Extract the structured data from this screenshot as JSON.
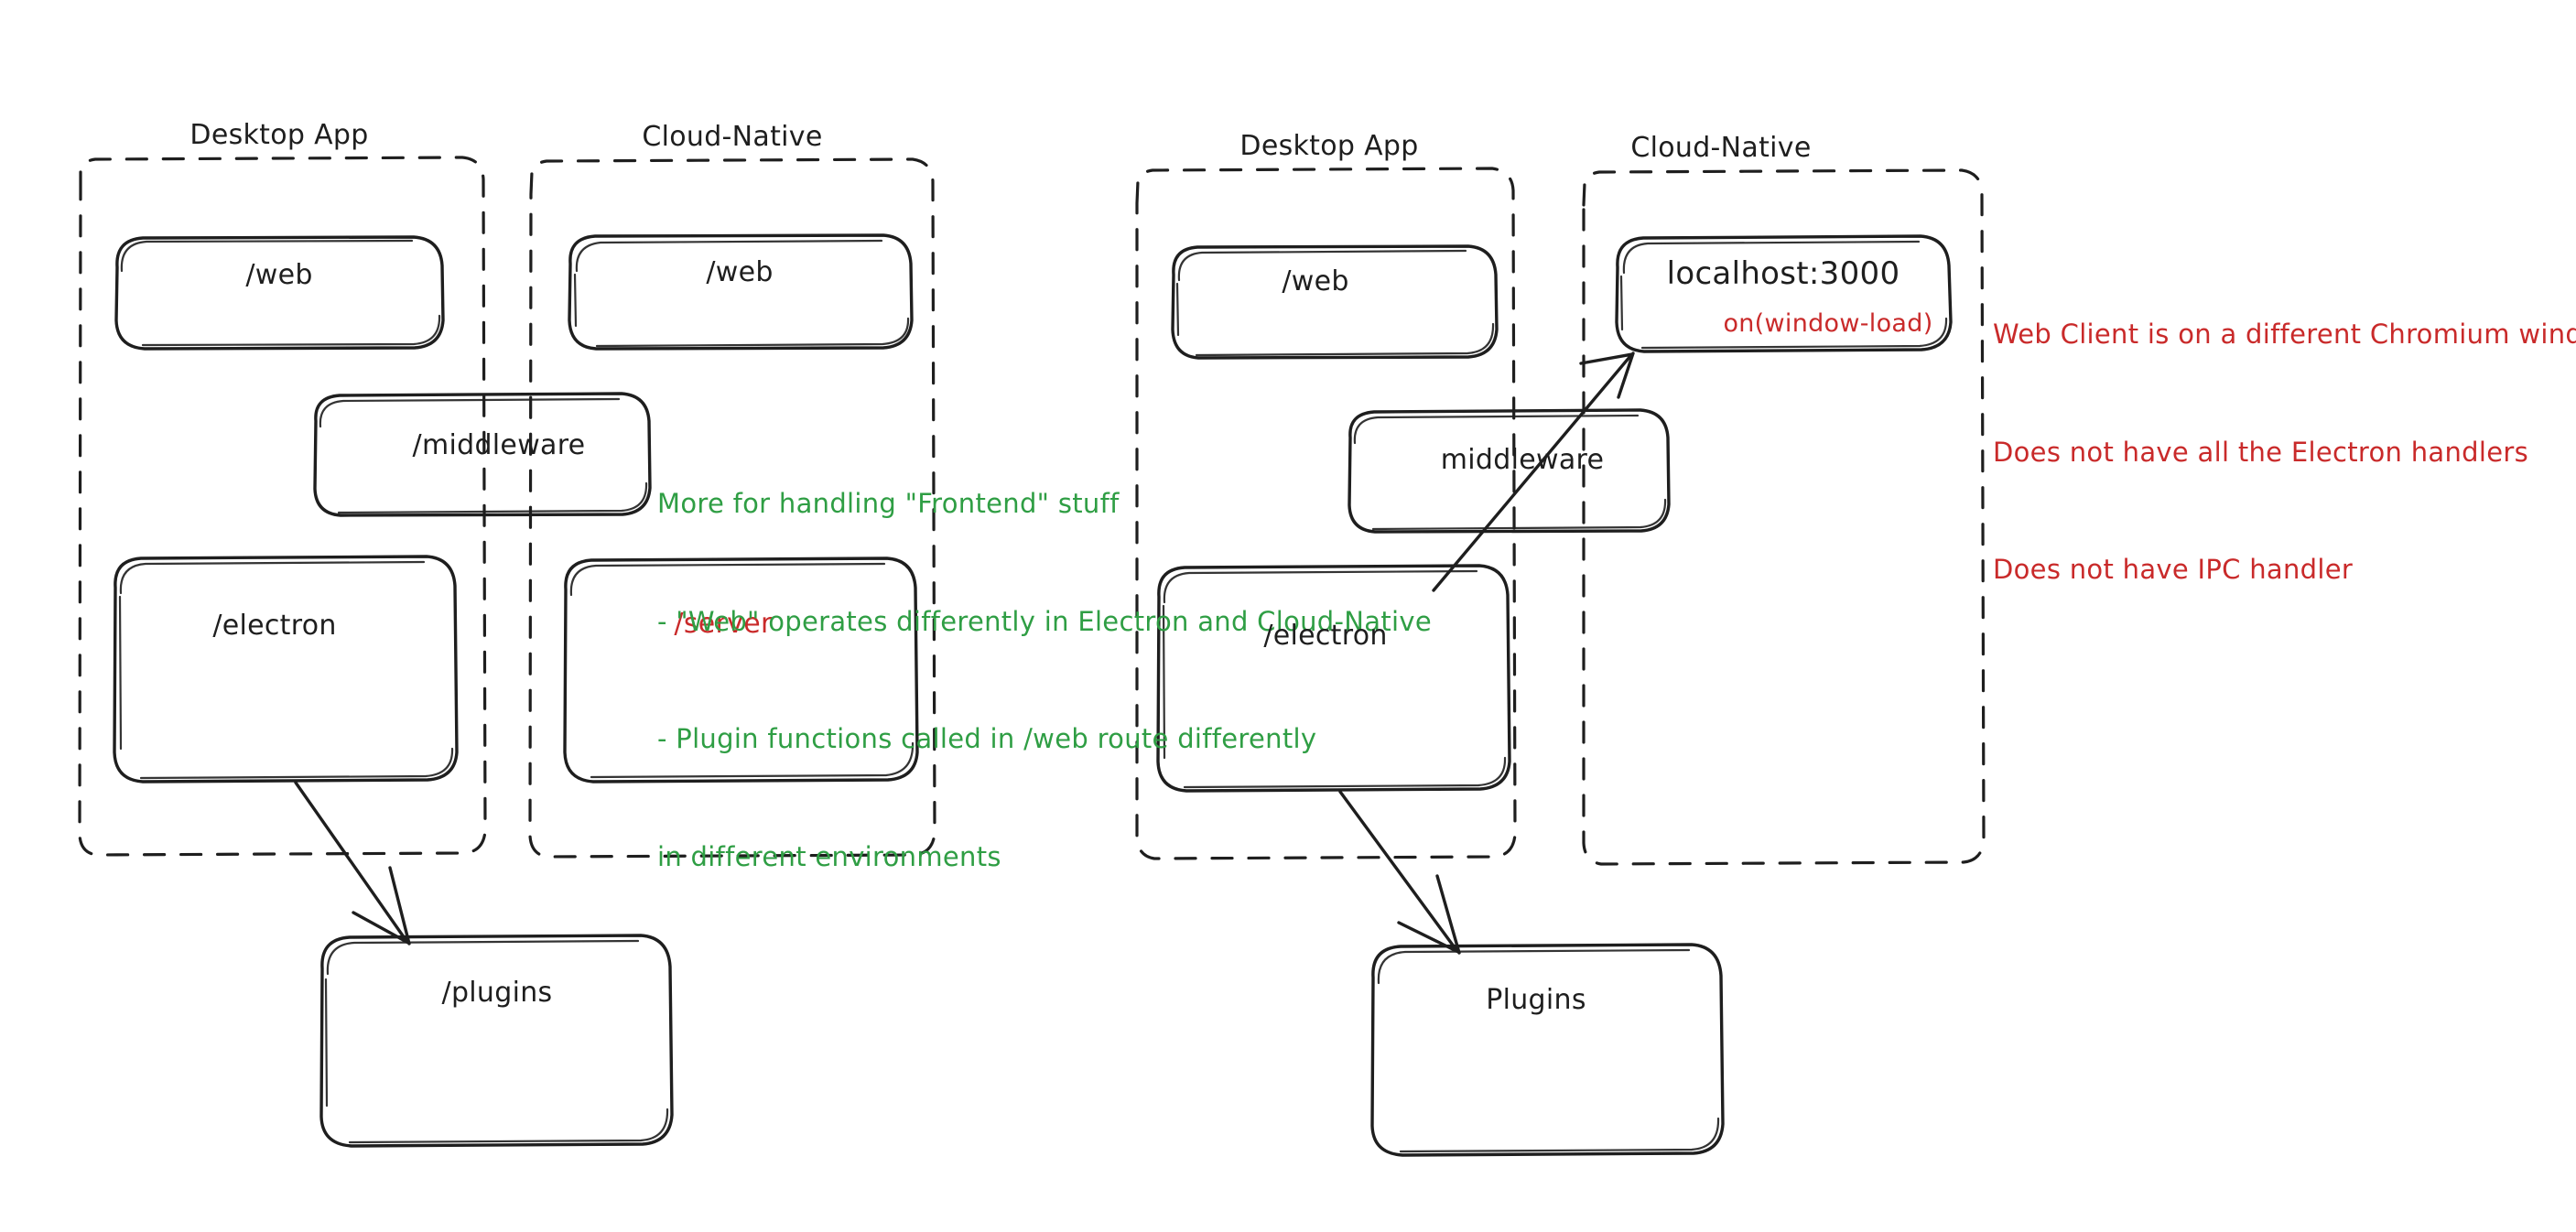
{
  "colors": {
    "stroke": "#1e1e1e",
    "red": "#c92a2a",
    "green": "#2f9e44",
    "background": "#ffffff"
  },
  "diagram": {
    "title_hidden": "",
    "left_half": {
      "groups": [
        {
          "label": "Desktop App"
        },
        {
          "label": "Cloud-Native"
        }
      ],
      "boxes": [
        {
          "label": "/web",
          "color": "black"
        },
        {
          "label": "/web",
          "color": "black"
        },
        {
          "label": "/middleware",
          "color": "black"
        },
        {
          "label": "/electron",
          "color": "black"
        },
        {
          "label": "/server",
          "color": "red"
        },
        {
          "label": "/plugins",
          "color": "black"
        }
      ],
      "note": {
        "color": "green",
        "lines": [
          "More for handling \"Frontend\" stuff",
          "- \"Web\" operates differently in Electron and Cloud-Native",
          "- Plugin functions called in /web route differently",
          "in different environments"
        ]
      }
    },
    "right_half": {
      "groups": [
        {
          "label": "Desktop App"
        },
        {
          "label": "Cloud-Native"
        }
      ],
      "boxes": [
        {
          "label": "/web",
          "color": "black"
        },
        {
          "label": "localhost:3000",
          "color": "black",
          "sublabel": "on(window-load)",
          "sublabel_color": "red"
        },
        {
          "label": "middleware",
          "color": "black"
        },
        {
          "label": "/electron",
          "color": "black"
        },
        {
          "label": "Plugins",
          "color": "black"
        }
      ],
      "note": {
        "color": "red",
        "lines": [
          "Web Client is on a different Chromium window",
          "Does not have all the Electron handlers",
          "Does not have IPC handler"
        ]
      }
    }
  }
}
